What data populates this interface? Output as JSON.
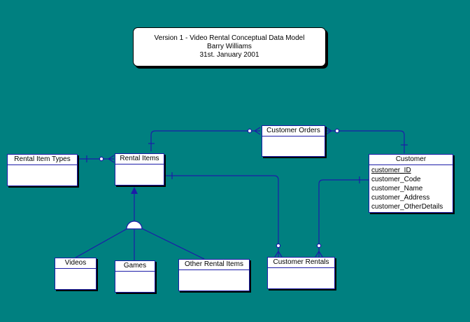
{
  "title_note": {
    "line1": "Version 1 - Video Rental Conceptual Data Model",
    "line2": "Barry Williams",
    "line3": "31st. January 2001"
  },
  "entities": {
    "rental_item_types": {
      "name": "Rental Item Types"
    },
    "rental_items": {
      "name": "Rental Items"
    },
    "customer_orders": {
      "name": "Customer Orders"
    },
    "customer": {
      "name": "Customer",
      "attributes": [
        "customer_ID",
        "customer_Code",
        "customer_Name",
        "customer_Address",
        "customer_OtherDetails"
      ]
    },
    "videos": {
      "name": "Videos"
    },
    "games": {
      "name": "Games"
    },
    "other_rental_items": {
      "name": "Other Rental Items"
    },
    "customer_rentals": {
      "name": "Customer Rentals"
    }
  },
  "colors": {
    "background": "#008080",
    "line": "#1c1ca8",
    "box": "#ffffff"
  }
}
